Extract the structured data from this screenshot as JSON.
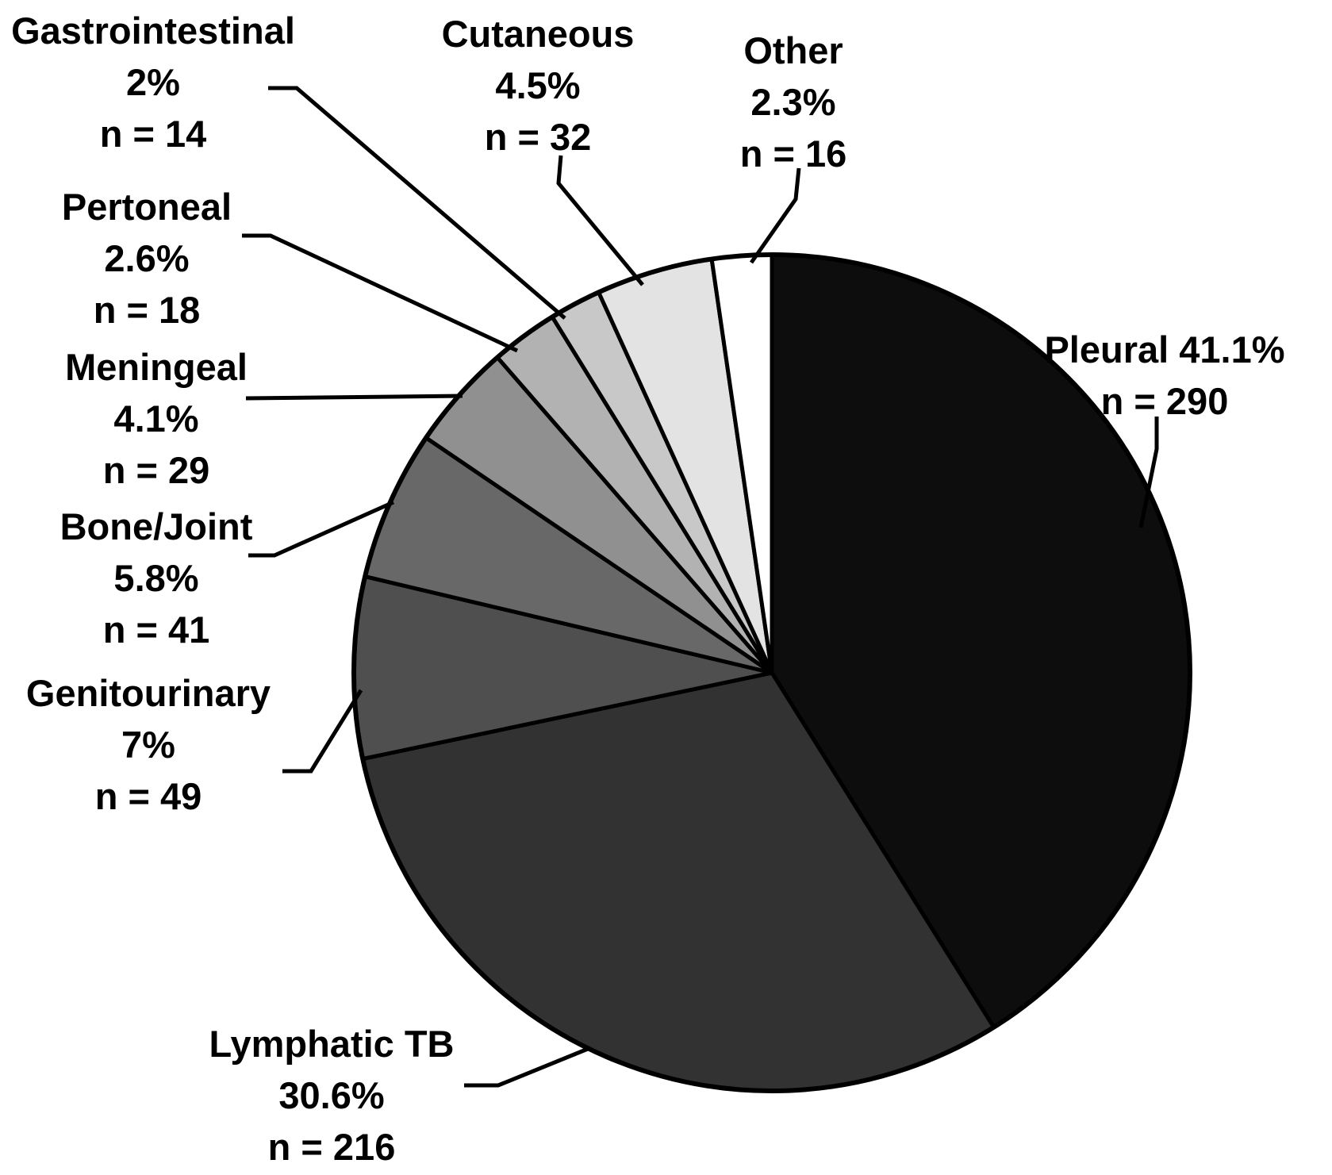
{
  "figure": {
    "background_color": "#ffffff",
    "text_color": "#000000"
  },
  "chart_data": {
    "type": "pie",
    "title": "",
    "unit": "%",
    "start_angle_deg": 0,
    "direction": "clockwise",
    "legend_position": "none",
    "total_percent": 100,
    "slices": [
      {
        "name": "Pleural",
        "percent": 41.1,
        "n": 290,
        "color": "#0d0d0d",
        "label_lines": [
          "Pleural 41.1%",
          "n = 290"
        ]
      },
      {
        "name": "Lymphatic TB",
        "percent": 30.6,
        "n": 216,
        "color": "#323232",
        "label_lines": [
          "Lymphatic TB",
          "30.6%",
          "n = 216"
        ]
      },
      {
        "name": "Genitourinary",
        "percent": 7,
        "n": 49,
        "color": "#4f4f4f",
        "label_lines": [
          "Genitourinary",
          "7%",
          "n = 49"
        ]
      },
      {
        "name": "Bone/Joint",
        "percent": 5.8,
        "n": 41,
        "color": "#686868",
        "label_lines": [
          "Bone/Joint",
          "5.8%",
          "n = 41"
        ]
      },
      {
        "name": "Meningeal",
        "percent": 4.1,
        "n": 29,
        "color": "#909090",
        "label_lines": [
          "Meningeal",
          "4.1%",
          "n = 29"
        ]
      },
      {
        "name": "Pertoneal",
        "percent": 2.6,
        "n": 18,
        "color": "#b2b2b2",
        "label_lines": [
          "Pertoneal",
          "2.6%",
          "n = 18"
        ]
      },
      {
        "name": "Gastrointestinal",
        "percent": 2,
        "n": 14,
        "color": "#c8c8c8",
        "label_lines": [
          "Gastrointestinal",
          "2%",
          "n = 14"
        ]
      },
      {
        "name": "Cutaneous",
        "percent": 4.5,
        "n": 32,
        "color": "#e3e3e3",
        "label_lines": [
          "Cutaneous",
          "4.5%",
          "n = 32"
        ]
      },
      {
        "name": "Other",
        "percent": 2.3,
        "n": 16,
        "color": "#ffffff",
        "label_lines": [
          "Other",
          "2.3%",
          "n = 16"
        ]
      }
    ]
  }
}
